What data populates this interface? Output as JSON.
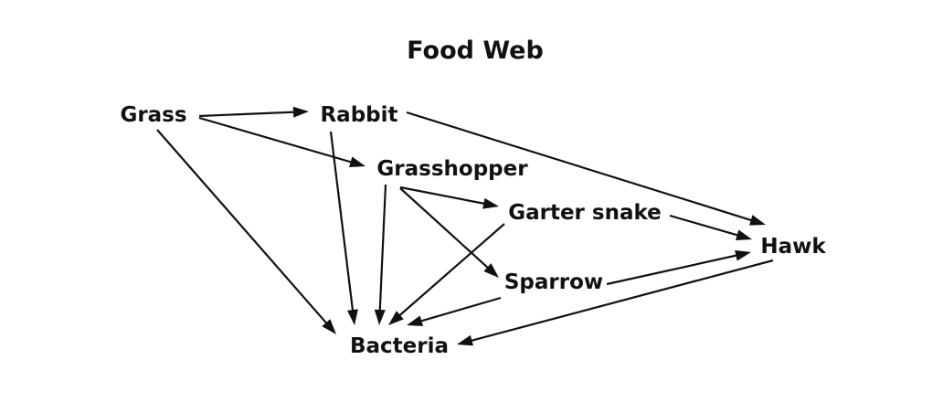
{
  "diagram": {
    "title": "Food Web",
    "nodes": [
      {
        "id": "grass",
        "label": "Grass"
      },
      {
        "id": "rabbit",
        "label": "Rabbit"
      },
      {
        "id": "grasshopper",
        "label": "Grasshopper"
      },
      {
        "id": "garter_snake",
        "label": "Garter snake"
      },
      {
        "id": "sparrow",
        "label": "Sparrow"
      },
      {
        "id": "hawk",
        "label": "Hawk"
      },
      {
        "id": "bacteria",
        "label": "Bacteria"
      }
    ],
    "edges": [
      {
        "from": "grass",
        "to": "rabbit"
      },
      {
        "from": "grass",
        "to": "grasshopper"
      },
      {
        "from": "grass",
        "to": "bacteria"
      },
      {
        "from": "rabbit",
        "to": "hawk"
      },
      {
        "from": "rabbit",
        "to": "bacteria"
      },
      {
        "from": "grasshopper",
        "to": "garter_snake"
      },
      {
        "from": "grasshopper",
        "to": "sparrow"
      },
      {
        "from": "grasshopper",
        "to": "bacteria"
      },
      {
        "from": "garter_snake",
        "to": "hawk"
      },
      {
        "from": "garter_snake",
        "to": "bacteria"
      },
      {
        "from": "sparrow",
        "to": "hawk"
      },
      {
        "from": "sparrow",
        "to": "bacteria"
      },
      {
        "from": "hawk",
        "to": "bacteria"
      }
    ]
  }
}
